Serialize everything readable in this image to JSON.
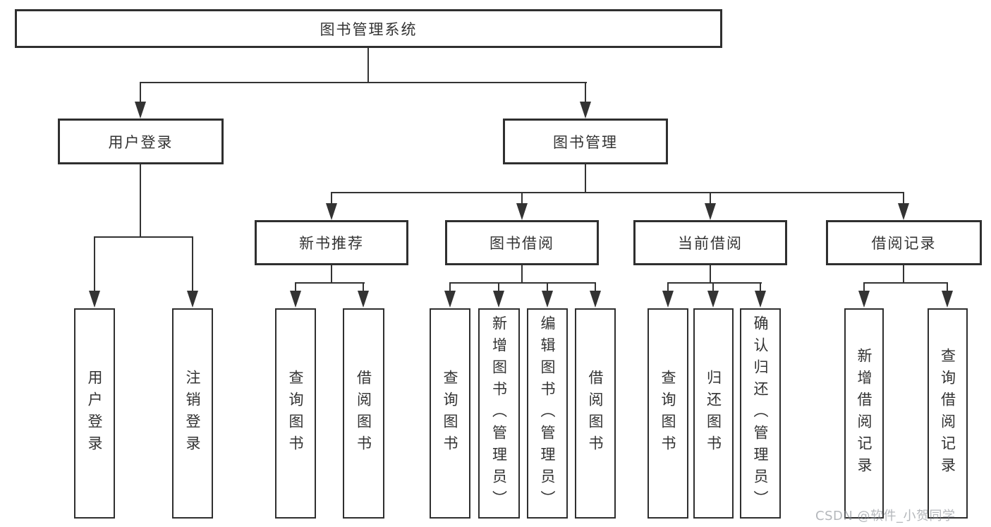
{
  "diagram_title": "图书管理系统",
  "tree": {
    "root": "图书管理系统",
    "children": [
      {
        "label": "用户登录",
        "children": [
          "用户登录",
          "注销登录"
        ]
      },
      {
        "label": "图书管理",
        "children": [
          {
            "label": "新书推荐",
            "children": [
              "查询图书",
              "借阅图书"
            ]
          },
          {
            "label": "图书借阅",
            "children": [
              "查询图书",
              "新增图书（管理员）",
              "编辑图书（管理员）",
              "借阅图书"
            ]
          },
          {
            "label": "当前借阅",
            "children": [
              "查询图书",
              "归还图书",
              "确认归还（管理员）"
            ]
          },
          {
            "label": "借阅记录",
            "children": [
              "新增借阅记录",
              "查询借阅记录"
            ]
          }
        ]
      }
    ]
  },
  "watermark": {
    "text": "CSDN @软件_小贺同学"
  },
  "colors": {
    "line": "#333333",
    "border": "#2f2f2f",
    "text": "#333333",
    "background": "#ffffff"
  }
}
